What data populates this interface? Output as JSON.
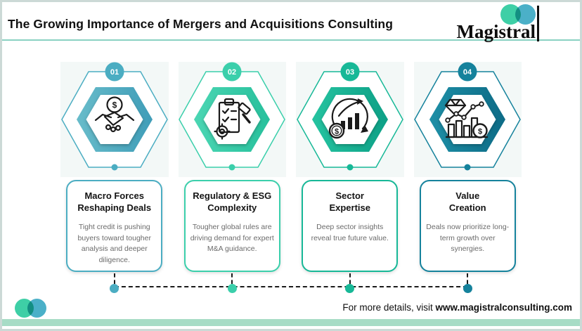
{
  "page": {
    "frame_border": "#ccd9d6",
    "underline": "#8ad1c2",
    "band": "#a7dcc6",
    "logo_green": "#3ecfa6",
    "logo_teal": "#3ba9c4",
    "dash": "#1a1a1a"
  },
  "header": {
    "title": "The Growing Importance of Mergers and Acquisitions Consulting",
    "logo_text": "Magistral"
  },
  "modules": [
    {
      "number": "01",
      "color": "#4badc2",
      "grad_from": "#68bcca",
      "grad_to": "#3f9db8",
      "icon": "handshake-dollar-icon",
      "title_line1": "Macro Forces",
      "title_line2": "Reshaping Deals",
      "description": "Tight credit is pushing buyers toward tougher analysis and deeper diligence."
    },
    {
      "number": "02",
      "color": "#3bcfab",
      "grad_from": "#4bd6b3",
      "grad_to": "#27c09c",
      "icon": "clipboard-gavel-gear-icon",
      "title_line1": "Regulatory & ESG",
      "title_line2": "Complexity",
      "description": "Tougher global rules are driving demand for expert M&A guidance."
    },
    {
      "number": "03",
      "color": "#17b897",
      "grad_from": "#25c3a0",
      "grad_to": "#0da086",
      "icon": "growth-cycle-chart-icon",
      "title_line1": "Sector",
      "title_line2": "Expertise",
      "description": "Deep sector insights reveal true future value."
    },
    {
      "number": "04",
      "color": "#15829c",
      "grad_from": "#1e8fa6",
      "grad_to": "#0d6b86",
      "icon": "diamond-value-chart-icon",
      "title_line1": "Value",
      "title_line2": "Creation",
      "description": "Deals now prioritize long-term growth over synergies."
    }
  ],
  "footer": {
    "prefix": "For more details, visit",
    "link": "www.magistralconsulting.com"
  }
}
